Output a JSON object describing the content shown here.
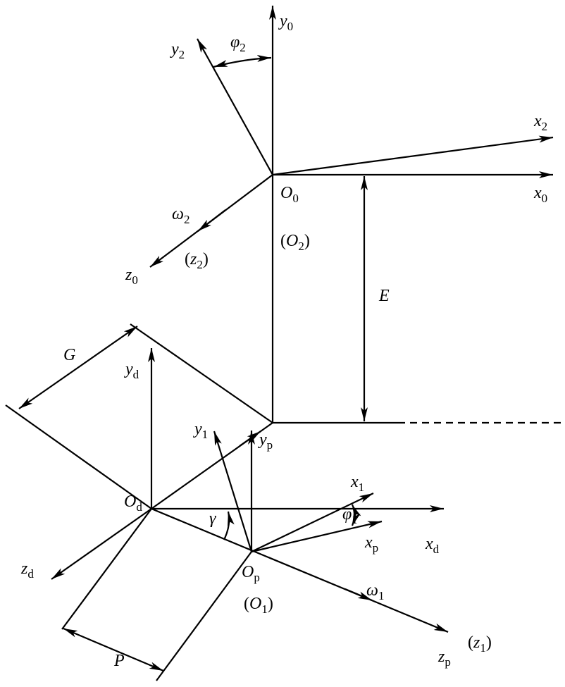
{
  "labels": {
    "y0": {
      "sym": "y",
      "sub": "0"
    },
    "y2": {
      "sym": "y",
      "sub": "2"
    },
    "phi2": {
      "sym": "φ",
      "sub": "2"
    },
    "x2": {
      "sym": "x",
      "sub": "2"
    },
    "x0": {
      "sym": "x",
      "sub": "0"
    },
    "O0": {
      "sym": "O",
      "sub": "0"
    },
    "omega2": {
      "sym": "ω",
      "sub": "2"
    },
    "O2": {
      "open": "(",
      "sym": "O",
      "sub": "2",
      "close": ")"
    },
    "z2": {
      "open": "(",
      "sym": "z",
      "sub": "2",
      "close": ")"
    },
    "z0": {
      "sym": "z",
      "sub": "0"
    },
    "E": {
      "sym": "E"
    },
    "G": {
      "sym": "G"
    },
    "yd": {
      "sym": "y",
      "sub": "d"
    },
    "y1": {
      "sym": "y",
      "sub": "1"
    },
    "yp": {
      "sym": "y",
      "sub": "p"
    },
    "x1": {
      "sym": "x",
      "sub": "1"
    },
    "phi1": {
      "sym": "φ",
      "sub": "1"
    },
    "Od": {
      "sym": "O",
      "sub": "d"
    },
    "gamma": {
      "sym": "γ"
    },
    "xd": {
      "sym": "x",
      "sub": "d"
    },
    "xp": {
      "sym": "x",
      "sub": "p"
    },
    "zd": {
      "sym": "z",
      "sub": "d"
    },
    "Op": {
      "sym": "O",
      "sub": "p"
    },
    "omega1": {
      "sym": "ω",
      "sub": "1"
    },
    "O1": {
      "open": "(",
      "sym": "O",
      "sub": "1",
      "close": ")"
    },
    "zp": {
      "sym": "z",
      "sub": "p"
    },
    "z1": {
      "open": "(",
      "sym": "z",
      "sub": "1",
      "close": ")"
    },
    "P": {
      "sym": "P"
    }
  }
}
